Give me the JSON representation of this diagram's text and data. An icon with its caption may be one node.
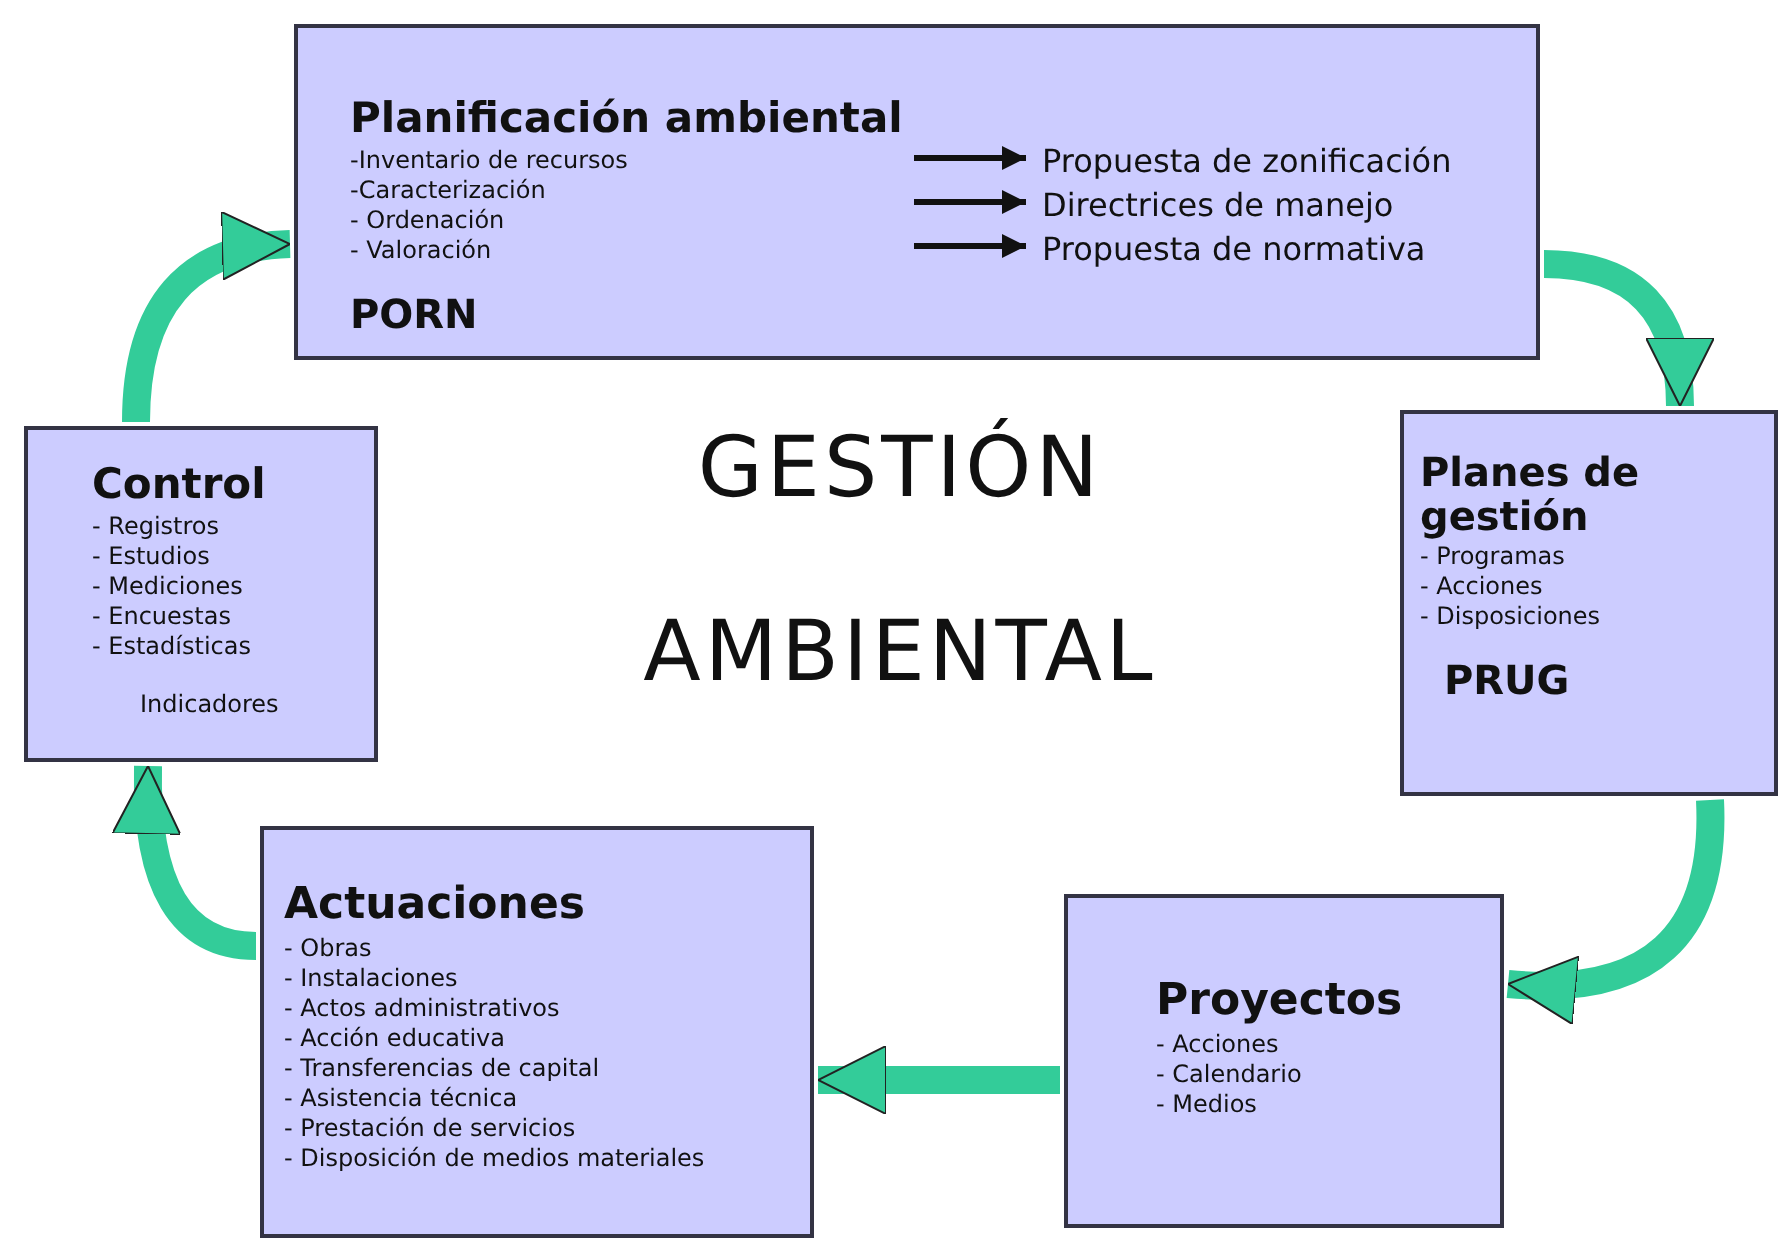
{
  "diagram": {
    "title": "GESTIÓN AMBIENTAL",
    "nodes": [
      {
        "text": [
          "Planificación ambiental",
          "-Inventario de recursos",
          "-Caracterización",
          "- Ordenación",
          "- Valoración",
          "PORN"
        ]
      },
      {
        "text": [
          "Propuesta de zonificación"
        ],
        "in": 0
      },
      {
        "text": [
          "Directrices de manejo"
        ],
        "in": 0
      },
      {
        "text": [
          "Propuesta de normativa"
        ],
        "in": 0
      },
      {
        "text": [
          "Planes de gestión",
          "- Programas",
          "- Acciones",
          "- Disposiciones",
          "PRUG"
        ]
      },
      {
        "text": [
          "Proyectos",
          "- Acciones",
          "- Calendario",
          "- Medios"
        ]
      },
      {
        "text": [
          "Actuaciones",
          "- Obras",
          "- Instalaciones",
          "- Actos administrativos",
          "- Acción educativa",
          "- Transferencias de capital",
          "- Asistencia técnica",
          "- Prestación de servicios",
          "- Disposición de medios materiales"
        ]
      },
      {
        "text": [
          "Control",
          "- Registros",
          "- Estudios",
          "- Mediciones",
          "- Encuestas",
          "- Estadísticas",
          "Indicadores"
        ]
      }
    ],
    "edges": [
      {
        "from": null,
        "to": 1,
        "arrow": "to",
        "color": "#111111"
      },
      {
        "from": null,
        "to": 2,
        "arrow": "to",
        "color": "#111111"
      },
      {
        "from": null,
        "to": 3,
        "arrow": "to",
        "color": "#111111"
      },
      {
        "from": 0,
        "to": 4,
        "arrow": "to"
      },
      {
        "from": 4,
        "to": 5,
        "arrow": "to"
      },
      {
        "from": 5,
        "to": 6,
        "arrow": "to"
      },
      {
        "from": 6,
        "to": 7,
        "arrow": "to"
      },
      {
        "from": 7,
        "to": 0,
        "arrow": "to"
      }
    ]
  }
}
